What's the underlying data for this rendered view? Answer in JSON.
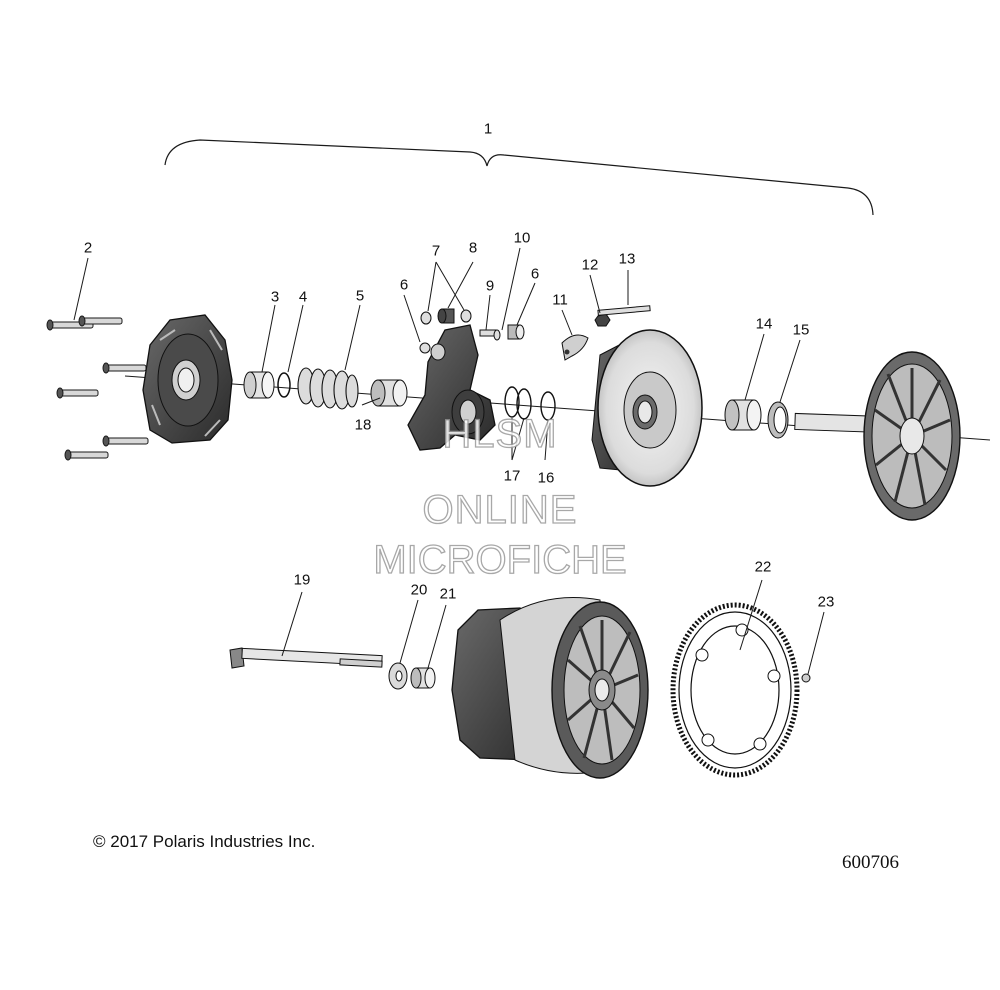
{
  "callouts": [
    "1",
    "2",
    "3",
    "4",
    "5",
    "6",
    "7",
    "8",
    "9",
    "10",
    "6",
    "11",
    "12",
    "13",
    "14",
    "15",
    "17",
    "16",
    "18",
    "19",
    "20",
    "21",
    "22",
    "23"
  ],
  "watermark": {
    "line1": "HLSM",
    "line2": "ONLINE",
    "line3": "MICROFICHE"
  },
  "copyright": "© 2017 Polaris Industries Inc.",
  "figure_number": "600706",
  "colors": {
    "ink": "#1a1a1a",
    "part_dark": "#3a3a3a",
    "part_mid": "#8a8a8a",
    "part_light": "#d9d9d9",
    "watermark": "#9a9a9a"
  }
}
